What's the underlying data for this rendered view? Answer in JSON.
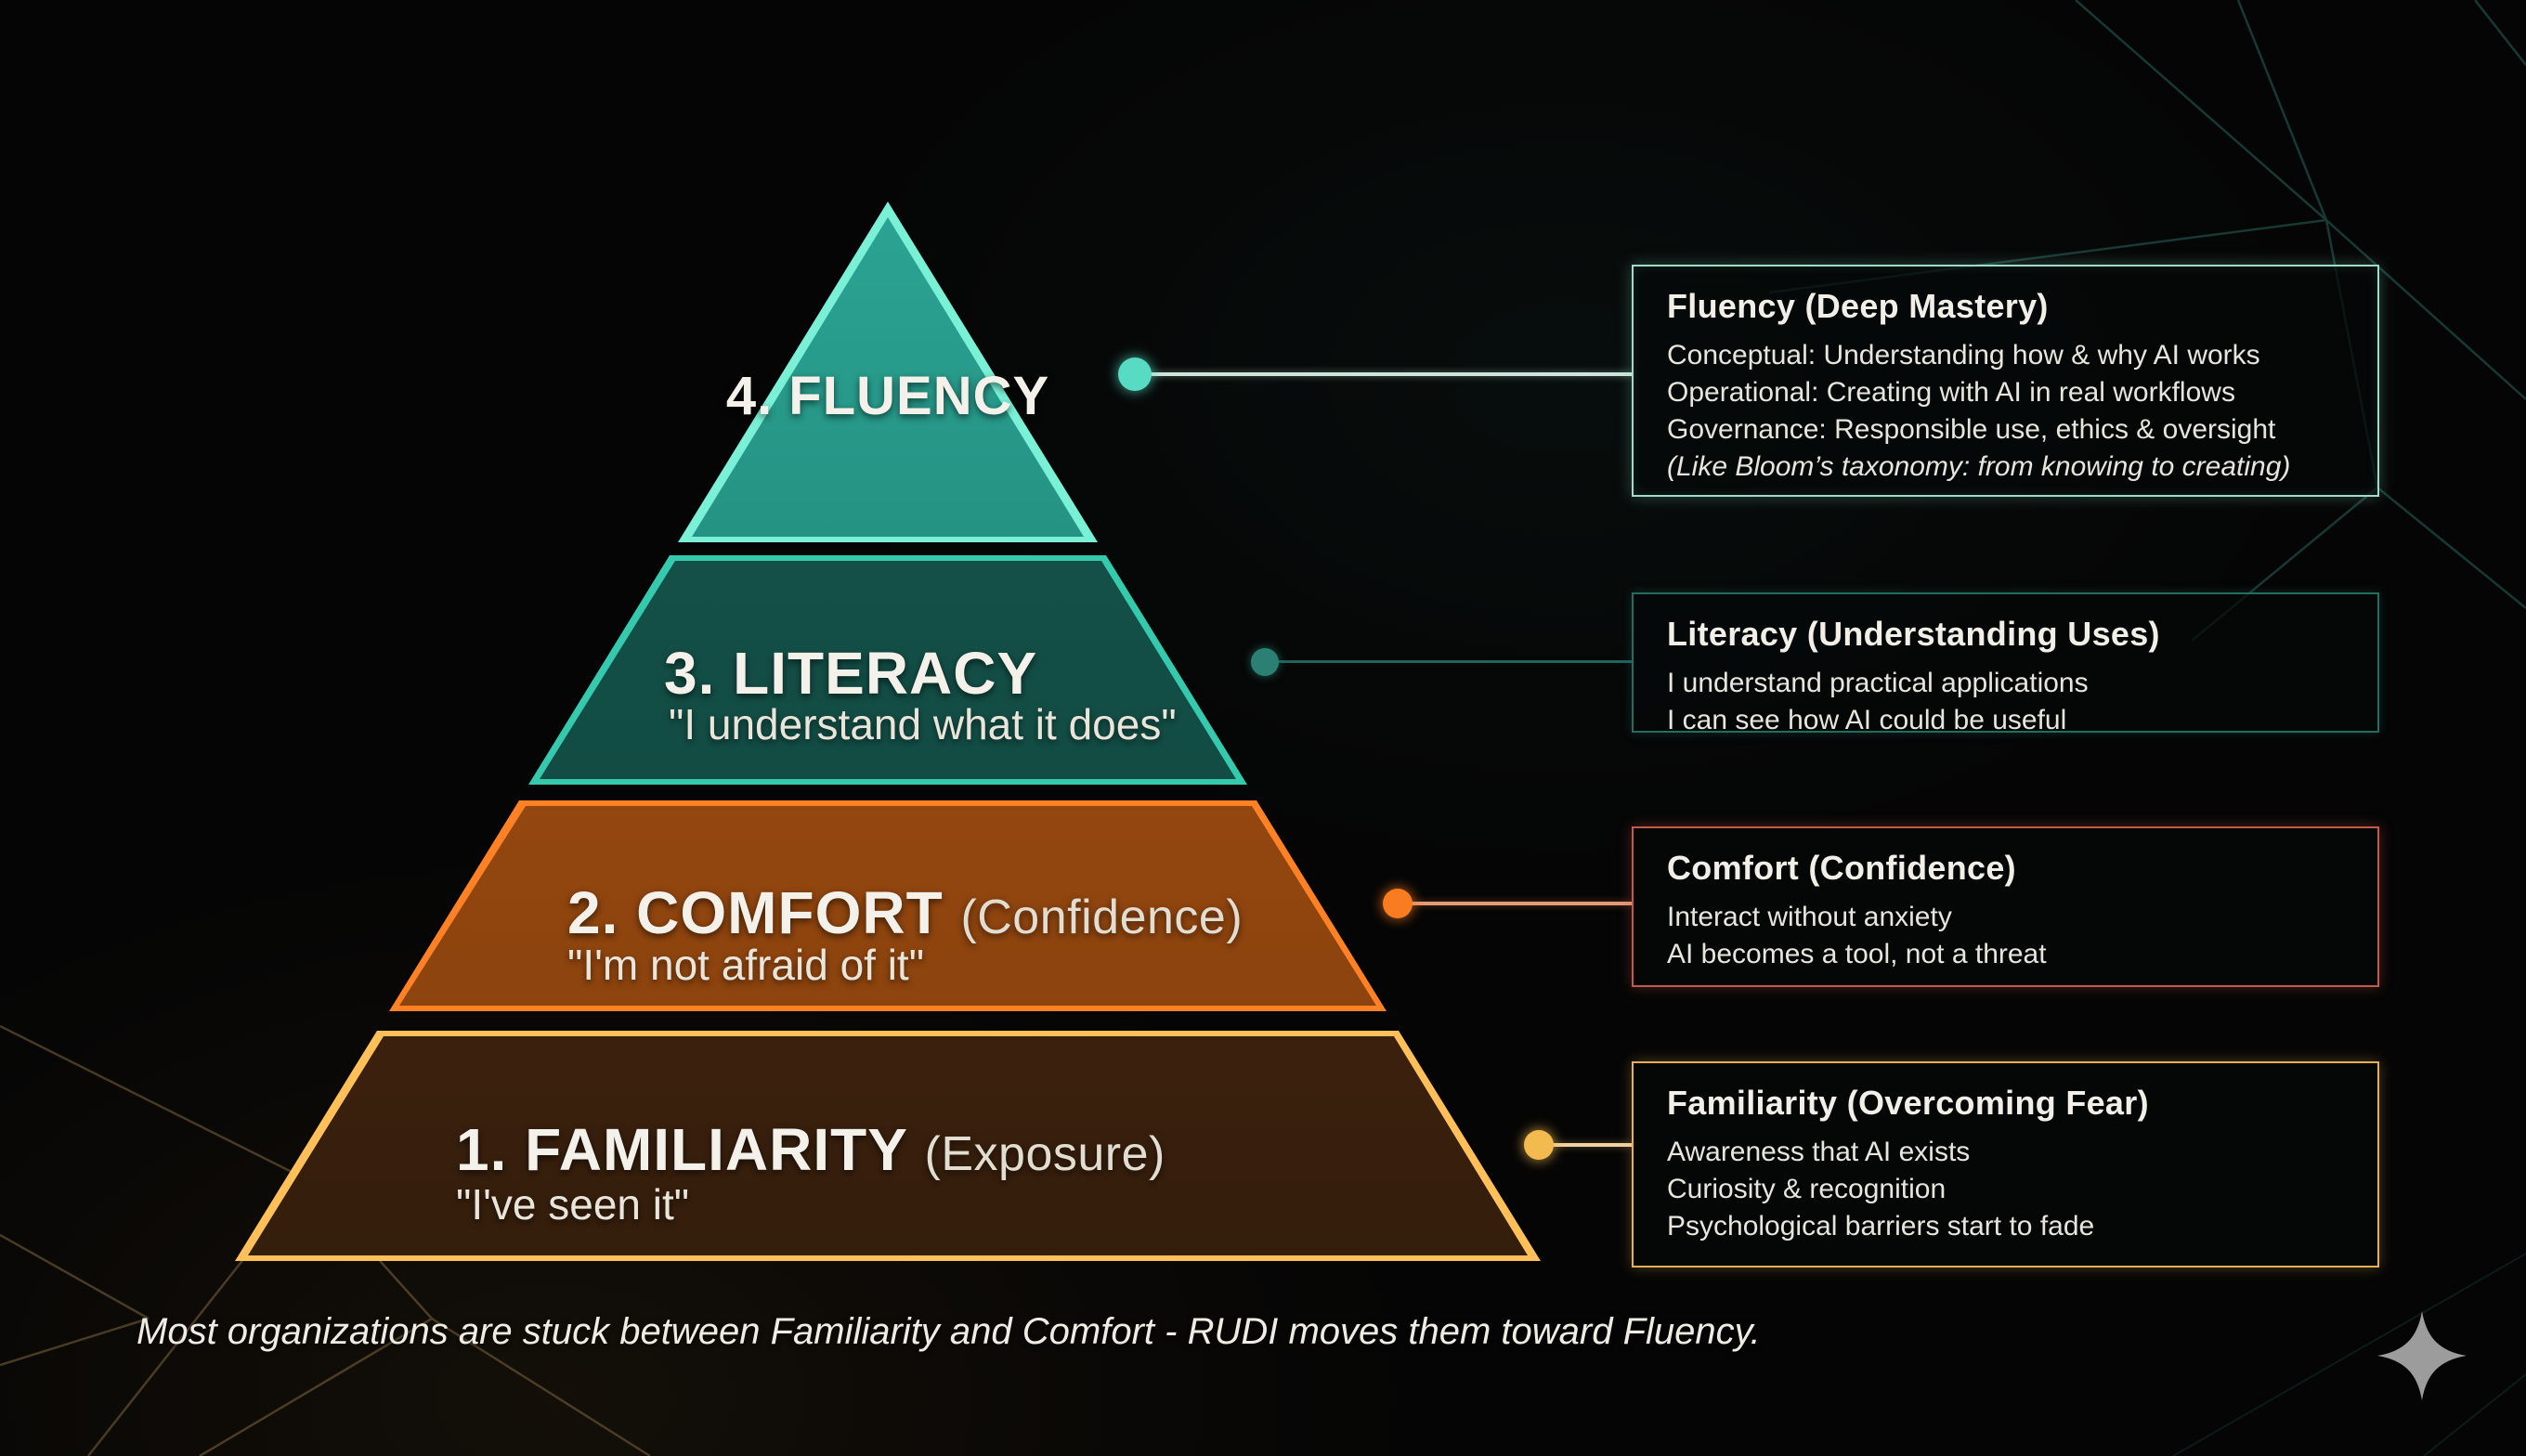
{
  "pyramid": {
    "levels": [
      {
        "key": "fluency",
        "label": "4. FLUENCY",
        "qualifier": "",
        "quote": "",
        "edge_color": "#7af0d6",
        "fill_color": "#208578"
      },
      {
        "key": "literacy",
        "label": "3. LITERACY",
        "qualifier": "",
        "quote": "\"I understand what it does\"",
        "edge_color": "#35c9ae",
        "fill_color": "#124c44"
      },
      {
        "key": "comfort",
        "label": "2. COMFORT",
        "qualifier": "(Confidence)",
        "quote": "\"I'm not afraid of it\"",
        "edge_color": "#ff8125",
        "fill_color": "#94470f"
      },
      {
        "key": "familiarity",
        "label": "1. FAMILIARITY",
        "qualifier": "(Exposure)",
        "quote": "\"I've seen it\"",
        "edge_color": "#ffc05a",
        "fill_color": "#46260f"
      }
    ]
  },
  "callouts": [
    {
      "title": "Fluency (Deep Mastery)",
      "lines": [
        "Conceptual: Understanding how & why AI works",
        "Operational: Creating with AI in real workflows",
        "Governance: Responsible use, ethics & oversight"
      ],
      "note": "(Like Bloom’s taxonomy: from knowing to creating)",
      "accent": "#9fdcc6",
      "dot_color": "#57dcc3",
      "line_color": "#cfe4da"
    },
    {
      "title": "Literacy (Understanding Uses)",
      "lines": [
        "I understand practical applications",
        "I can see how AI could be useful"
      ],
      "note": "",
      "accent": "#246b60",
      "dot_color": "#2c8073",
      "line_color": "#1f6359"
    },
    {
      "title": "Comfort (Confidence)",
      "lines": [
        "Interact without anxiety",
        "AI becomes a tool, not a threat"
      ],
      "note": "",
      "accent": "#c4584a",
      "dot_color": "#f97c20",
      "line_color": "#e59a76"
    },
    {
      "title": "Familiarity (Overcoming Fear)",
      "lines": [
        "Awareness that AI exists",
        "Curiosity & recognition",
        "Psychological barriers start to fade"
      ],
      "note": "",
      "accent": "#e5b056",
      "dot_color": "#f3ba50",
      "line_color": "#efd2a0"
    }
  ],
  "footer": {
    "note": "Most organizations are stuck between Familiarity and Comfort - RUDI moves them toward Fluency."
  },
  "icons": {
    "sparkle": "four-point-star"
  },
  "colors": {
    "background": "#050505",
    "text_primary": "#f2efe9",
    "text_secondary": "#e8e5de"
  }
}
